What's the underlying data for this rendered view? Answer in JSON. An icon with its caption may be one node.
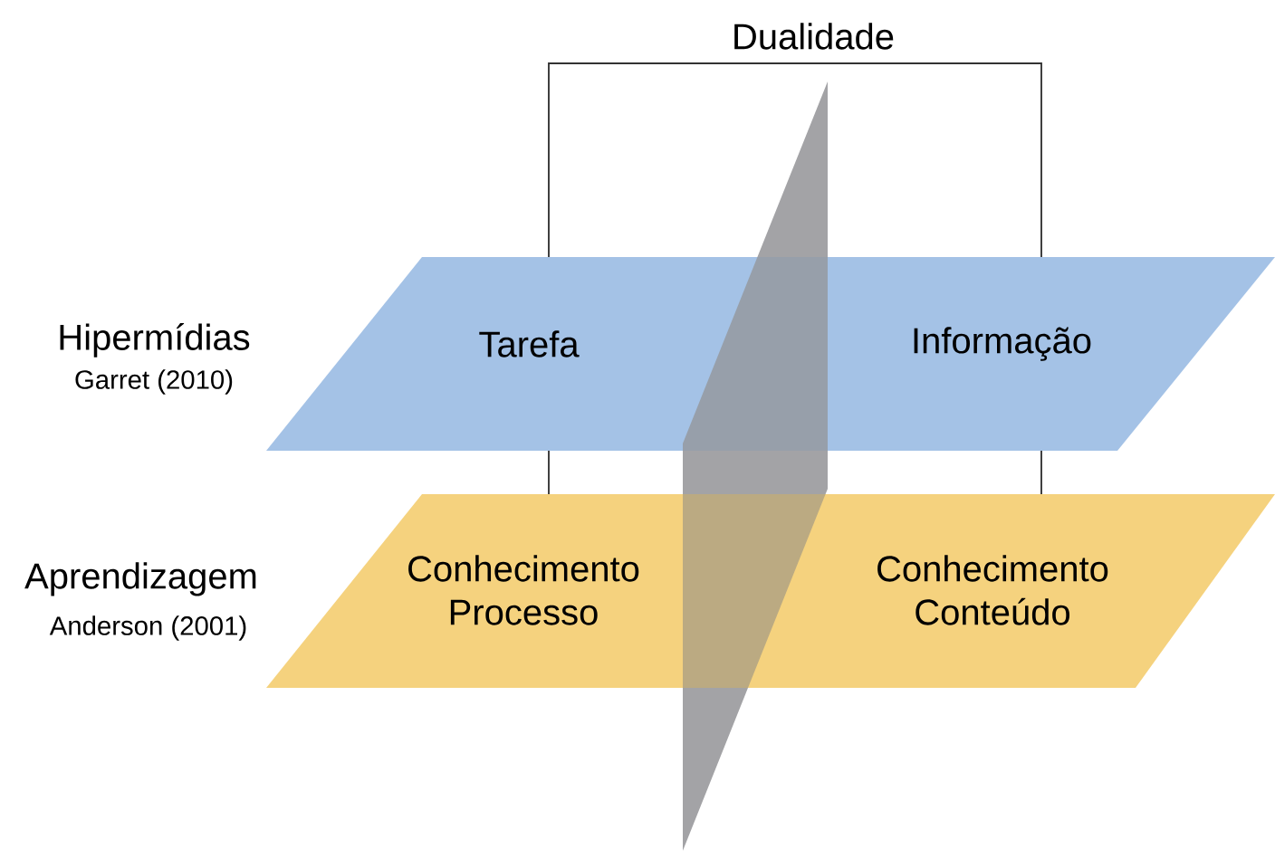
{
  "diagram": {
    "nodes": [
      {
        "text": [
          "Tarefa",
          "Informação"
        ],
        "beside": [
          "Hipermídias",
          "Garret (2010)"
        ]
      },
      {
        "text": [
          "Conhecimento Processo",
          "Conhecimento Conteúdo"
        ],
        "beside": [
          "Aprendizagem",
          "Anderson (2001)"
        ]
      }
    ],
    "labels": [
      "Dualidade"
    ]
  }
}
